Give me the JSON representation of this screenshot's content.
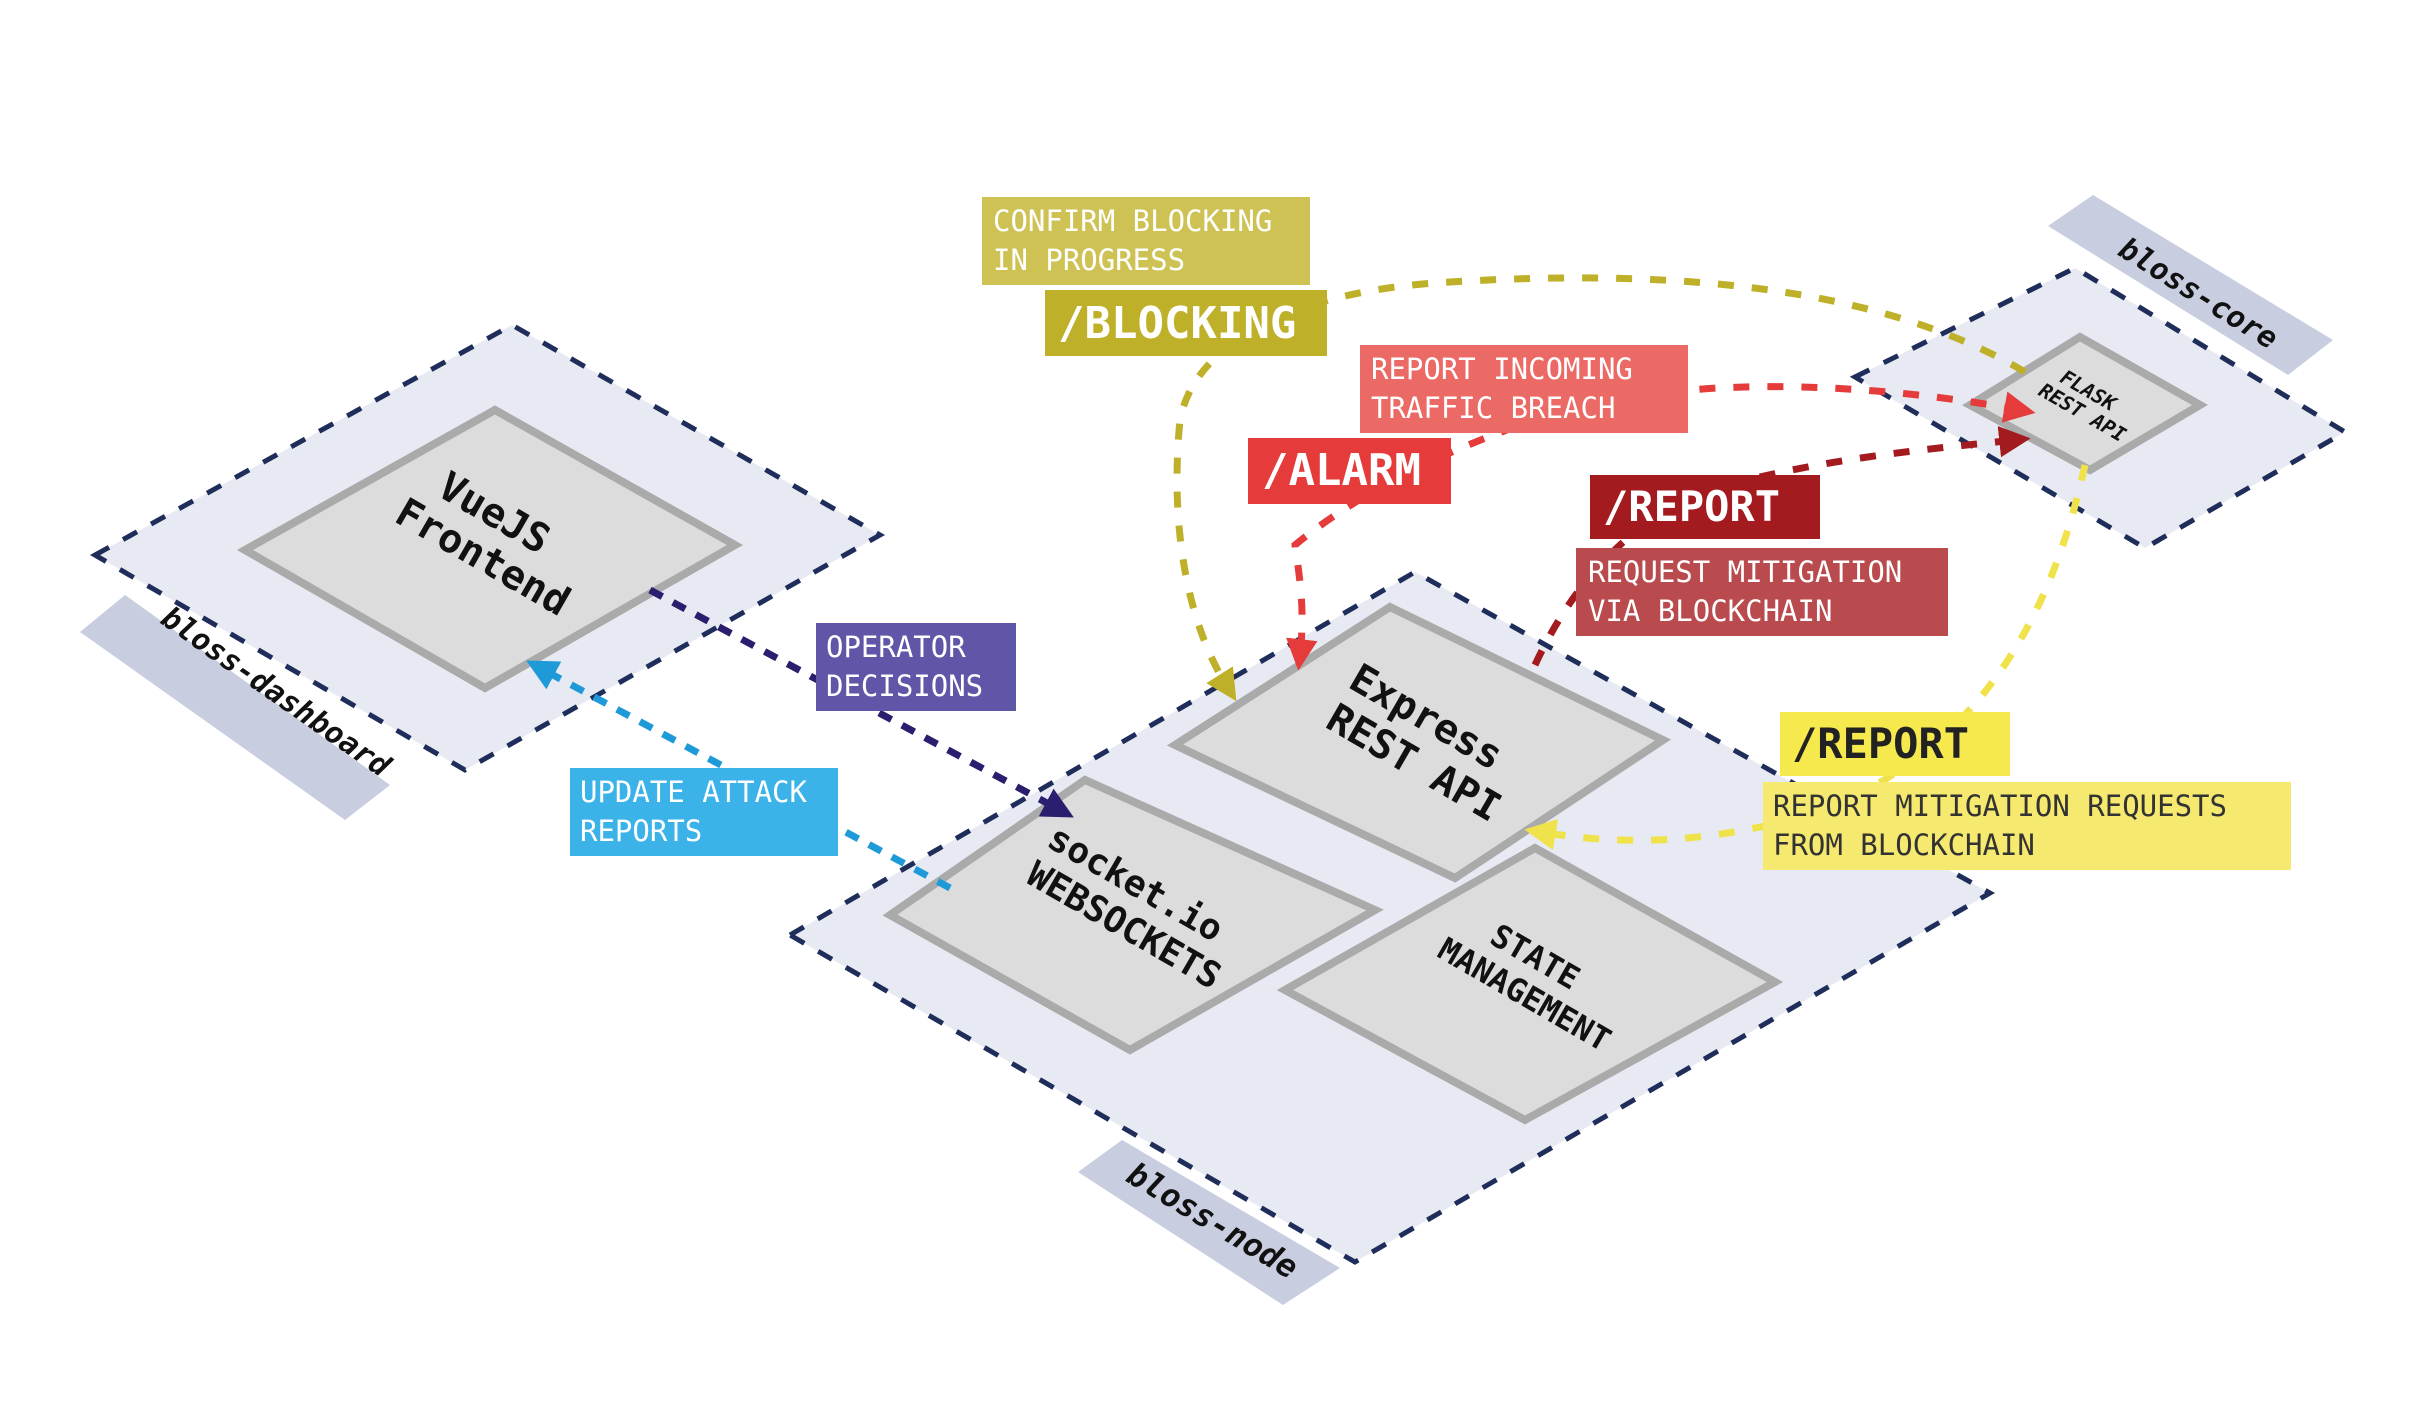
{
  "zones": {
    "dashboard": {
      "label": "bloss-dashboard"
    },
    "node": {
      "label": "bloss-node"
    },
    "core": {
      "label": "bloss-core"
    }
  },
  "components": {
    "vuejs": [
      "VueJS",
      "Frontend"
    ],
    "express": [
      "Express",
      "REST API"
    ],
    "socketio": [
      "socket.io",
      "WEBSOCKETS"
    ],
    "state": [
      "STATE",
      "MANAGEMENT"
    ],
    "flask": [
      "FLASK",
      "REST API"
    ]
  },
  "callouts": {
    "confirm_blocking": [
      "CONFIRM BLOCKING",
      "IN PROGRESS"
    ],
    "blocking_endpoint": "/BLOCKING",
    "report_breach": [
      "REPORT INCOMING",
      "TRAFFIC BREACH"
    ],
    "alarm_endpoint": "/ALARM",
    "report_endpoint_dark": "/REPORT",
    "request_mitigation": [
      "REQUEST MITIGATION",
      "VIA BLOCKCHAIN"
    ],
    "operator_decisions": [
      "OPERATOR",
      "DECISIONS"
    ],
    "update_attack": [
      "UPDATE ATTACK",
      "REPORTS"
    ],
    "report_endpoint_yellow": "/REPORT",
    "report_mitigation": [
      "REPORT MITIGATION REQUESTS",
      "FROM BLOCKCHAIN"
    ]
  },
  "colors": {
    "olive": "#bfb02a",
    "olive_light": "#cfc255",
    "red": "#e53b3b",
    "red_light": "#ec6a66",
    "dark_red": "#a31b1f",
    "dark_red_light": "#b94a4d",
    "purple": "#5f56a8",
    "navy_arrow": "#2a1f6e",
    "blue": "#3bb3e8",
    "blue_arrow": "#1e9ad8",
    "yellow": "#f6e96f",
    "yellow_dark": "#f5e94e",
    "yellow_arrow": "#f0e24a"
  }
}
